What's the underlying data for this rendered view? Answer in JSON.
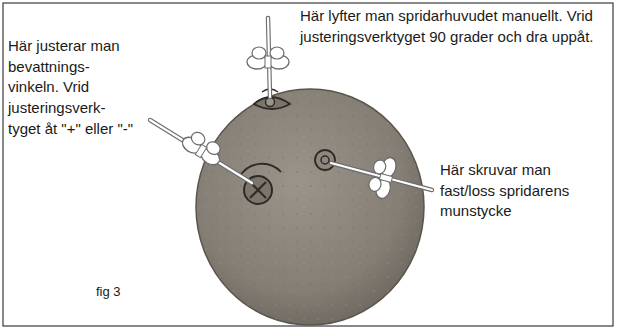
{
  "diagram": {
    "labels": [
      "Här justerar man bevattnings- vinkeln. Vrid justeringsverk- tyget åt \"+\" eller \"-\"",
      "Här lyfter man spridarhuvudet manuellt. Vrid justeringsverktyget 90 grader och dra uppåt.",
      "Här skruvar man fast/loss spridarens munstycke",
      "fig 3"
    ]
  }
}
